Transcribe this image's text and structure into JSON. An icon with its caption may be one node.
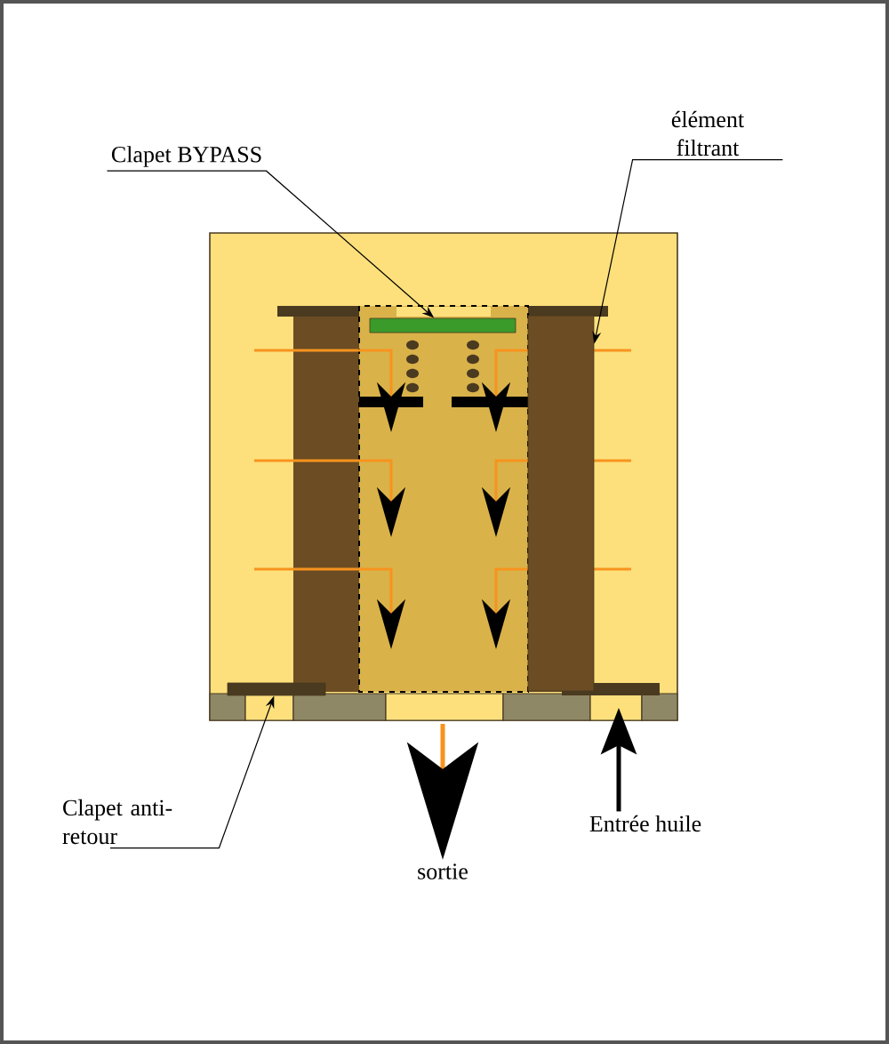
{
  "diagram": {
    "nodes": [
      {
        "text": [
          "Clapet BYPASS"
        ]
      },
      {
        "text": [
          "élément filtrant"
        ]
      },
      {
        "text": [],
        "shape": "bar"
      },
      {
        "text": [],
        "shape": "bar"
      },
      {
        "text": [
          "Clapet anti-retour"
        ]
      },
      {
        "text": [],
        "shape": "bar"
      },
      {
        "text": [
          "sortie"
        ]
      },
      {
        "text": [
          "Entrée huile"
        ]
      }
    ],
    "edges": [
      {
        "from": 0,
        "to": 2,
        "arrow": "to"
      },
      {
        "from": 1,
        "to": 3,
        "arrow": "to"
      },
      {
        "from": 4,
        "to": 5,
        "arrow": "to"
      },
      {
        "from": null,
        "to": 6,
        "arrow": "to",
        "style": "thick",
        "color": "#f7931e"
      },
      {
        "from": 7,
        "to": null,
        "arrow": "to",
        "style": "thick"
      }
    ]
  }
}
